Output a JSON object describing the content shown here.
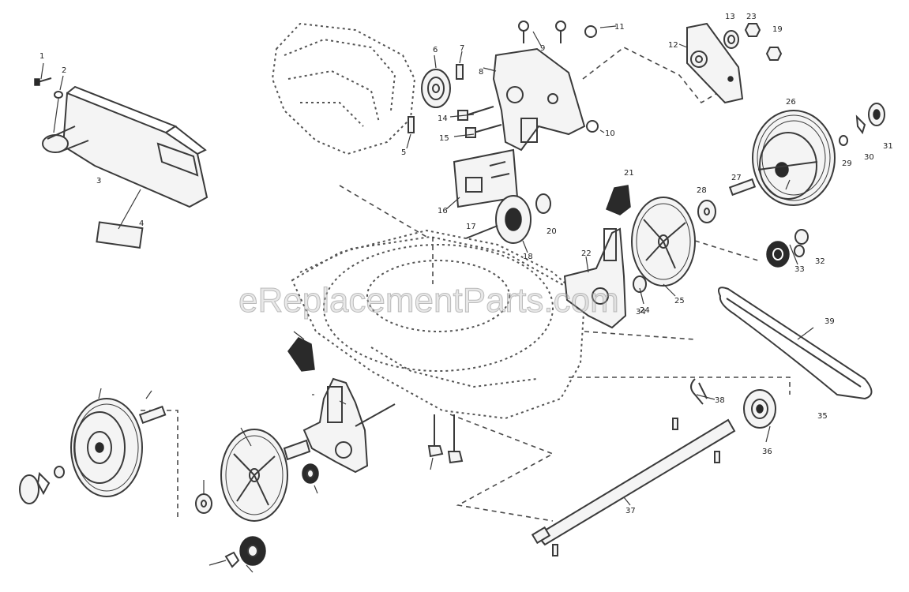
{
  "watermark": "eReplacementParts.com",
  "callouts": {
    "c1": "1",
    "c2": "2",
    "c3": "3",
    "c4": "4",
    "c5": "5",
    "c6": "6",
    "c7": "7",
    "c8": "8",
    "c9": "9",
    "c10": "10",
    "c11": "11",
    "c12": "12",
    "c13": "13",
    "c14": "14",
    "c15": "15",
    "c16": "16",
    "c17": "17",
    "c18": "18",
    "c19": "19",
    "c20": "20",
    "c21": "21",
    "c22": "22",
    "c23": "23",
    "c24": "24",
    "c25": "25",
    "c26": "26",
    "c27": "27",
    "c28": "28",
    "c29": "29",
    "c30": "30",
    "c31": "31",
    "c32": "32",
    "c33": "33",
    "c34": "34",
    "c35": "35",
    "c36": "36",
    "c37": "37",
    "c38": "38",
    "c39": "39"
  }
}
